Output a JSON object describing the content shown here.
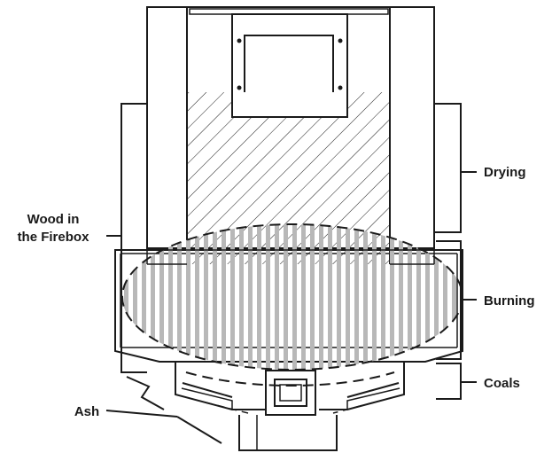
{
  "labels": {
    "wood_line1": "Wood in",
    "wood_line2": "the Firebox",
    "drying": "Drying",
    "burning": "Burning",
    "coals": "Coals",
    "ash": "Ash"
  },
  "colors": {
    "line": "#1a1a1a",
    "burning_stripes": "#b8b8b8",
    "background": "#ffffff"
  }
}
